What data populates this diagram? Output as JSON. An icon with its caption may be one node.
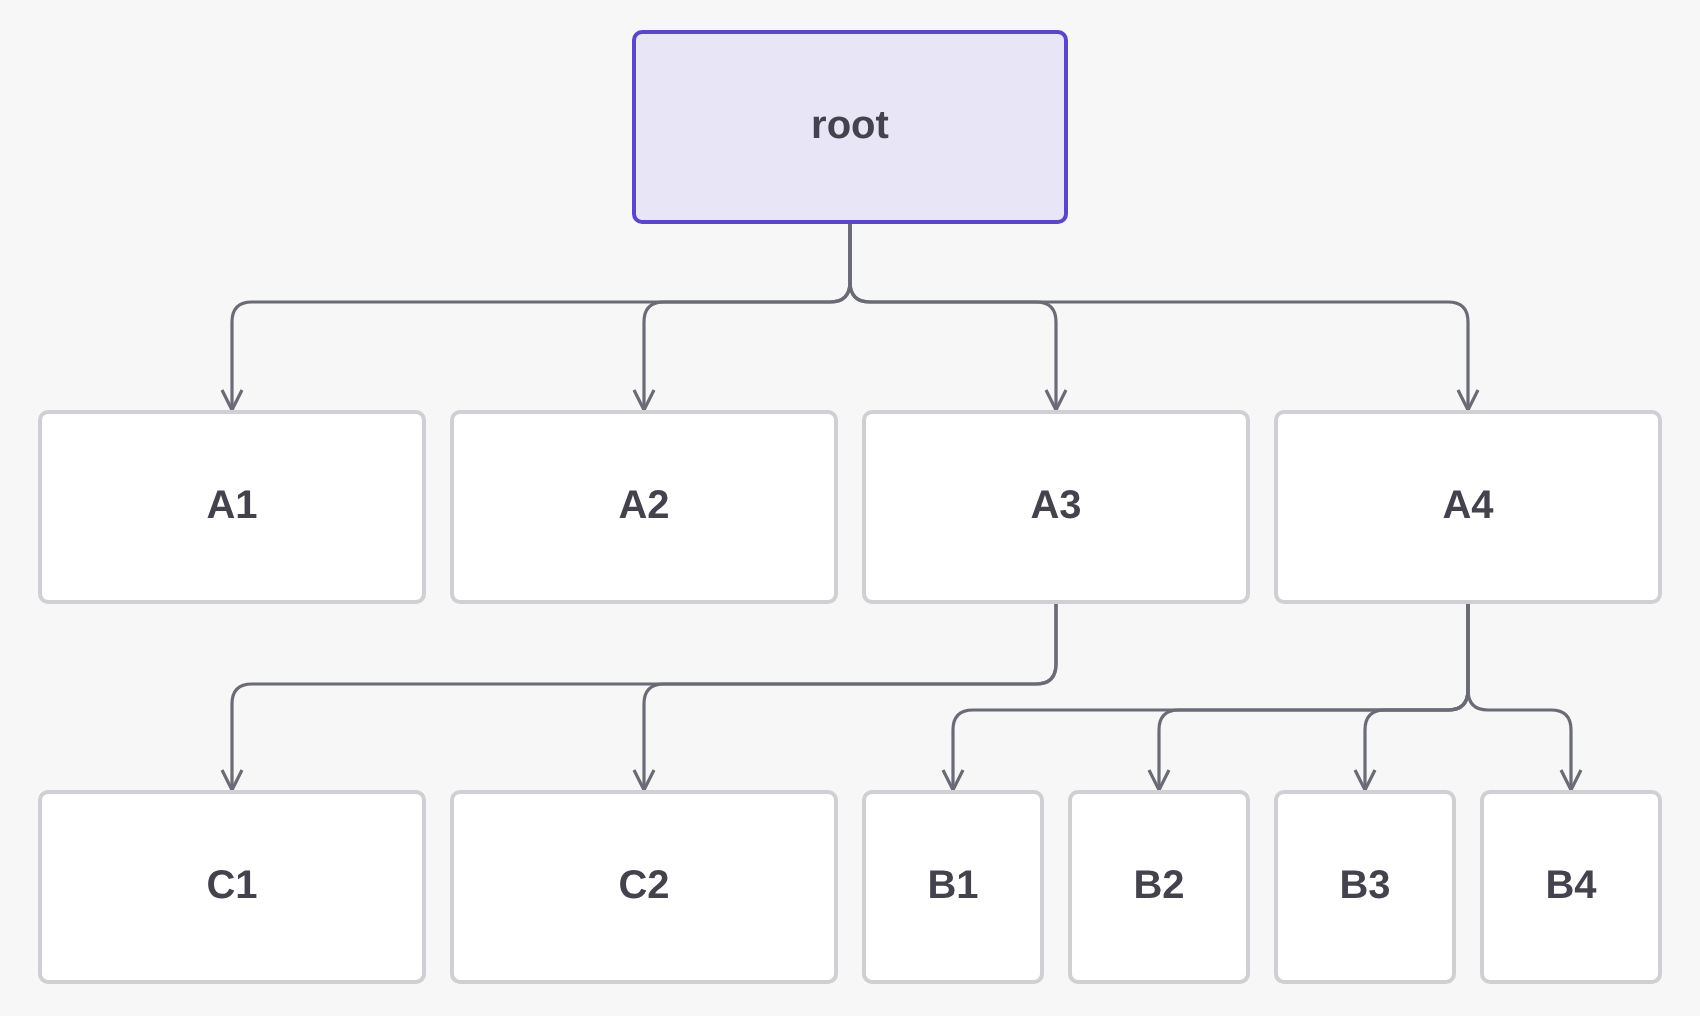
{
  "diagram": {
    "nodes": [
      {
        "text": [
          "root"
        ]
      },
      {
        "text": [
          "A1"
        ]
      },
      {
        "text": [
          "A2"
        ]
      },
      {
        "text": [
          "A3"
        ]
      },
      {
        "text": [
          "A4"
        ]
      },
      {
        "text": [
          "C1"
        ]
      },
      {
        "text": [
          "C2"
        ]
      },
      {
        "text": [
          "B1"
        ]
      },
      {
        "text": [
          "B2"
        ]
      },
      {
        "text": [
          "B3"
        ]
      },
      {
        "text": [
          "B4"
        ]
      }
    ],
    "edges": [
      {
        "from": 0,
        "to": 1,
        "arrow": "to"
      },
      {
        "from": 0,
        "to": 2,
        "arrow": "to"
      },
      {
        "from": 0,
        "to": 3,
        "arrow": "to"
      },
      {
        "from": 0,
        "to": 4,
        "arrow": "to"
      },
      {
        "from": 3,
        "to": 5,
        "arrow": "to"
      },
      {
        "from": 3,
        "to": 6,
        "arrow": "to"
      },
      {
        "from": 4,
        "to": 7,
        "arrow": "to"
      },
      {
        "from": 4,
        "to": 8,
        "arrow": "to"
      },
      {
        "from": 4,
        "to": 9,
        "arrow": "to"
      },
      {
        "from": 4,
        "to": 10,
        "arrow": "to"
      }
    ]
  }
}
